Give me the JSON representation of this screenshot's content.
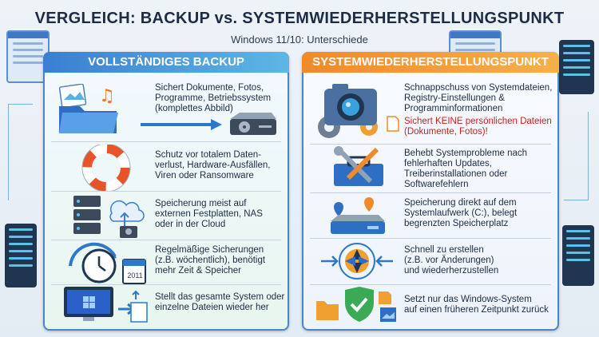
{
  "title": "VERGLEICH: BACKUP vs. SYSTEMWIEDERHERSTELLUNGSPUNKT",
  "subtitle": "Windows 11/10: Unterschiede",
  "left": {
    "header": "VOLLSTÄNDIGES BACKUP",
    "rows": [
      {
        "lines": [
          "Sichert Dokumente, Fotos,",
          "Programme, Betriebssystem",
          "(komplettes Abbild)"
        ]
      },
      {
        "lines": [
          "Schutz vor totalem Daten-",
          "verlust, Hardware-Ausfällen,",
          "Viren oder Ransomware"
        ]
      },
      {
        "lines": [
          "Speicherung meist auf",
          "externen Festplatten, NAS",
          "oder in der Cloud"
        ]
      },
      {
        "lines": [
          "Regelmäßige Sicherungen",
          "(z.B. wöchentlich), benötigt",
          "mehr Zeit & Speicher"
        ]
      },
      {
        "lines": [
          "Stellt das gesamte System oder",
          "einzelne Dateien wieder her"
        ]
      }
    ],
    "calendar_label": "2011"
  },
  "right": {
    "header": "SYSTEMWIEDERHERSTELLUNGSPUNKT",
    "rows": [
      {
        "lines": [
          "Schnappschuss von Systemdateien,",
          "Registry-Einstellungen &",
          "Programminformationen"
        ],
        "warning": [
          "Sichert KEINE persönlichen Dateien",
          "(Dokumente, Fotos)!"
        ]
      },
      {
        "lines": [
          "Behebt Systemprobleme nach",
          "fehlerhaften Updates,",
          "Treiberinstallationen oder",
          "Softwarefehlern"
        ]
      },
      {
        "lines": [
          "Speicherung direkt auf dem",
          "Systemlaufwerk (C:), belegt",
          "begrenzten Speicherplatz"
        ]
      },
      {
        "lines": [
          "Schnell zu erstellen",
          "(z.B. vor Änderungen)",
          "und wiederherzustellen"
        ]
      },
      {
        "lines": [
          "Setzt nur das Windows-System",
          "auf einen früheren Zeitpunkt zurück"
        ]
      }
    ]
  },
  "colors": {
    "blue_accent": "#3a7fd0",
    "orange_accent": "#f08a2a",
    "warning_red": "#c8201e",
    "green_shield": "#3aaa54"
  }
}
